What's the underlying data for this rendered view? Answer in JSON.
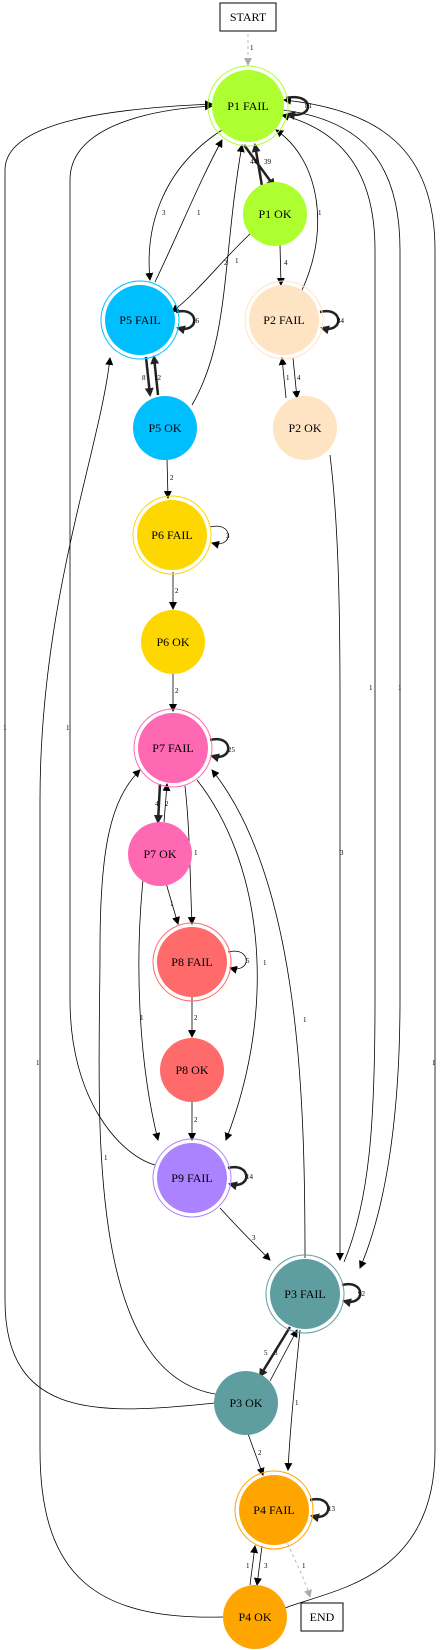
{
  "title": "",
  "terminals": {
    "start": "START",
    "end": "END"
  },
  "nodes": {
    "p1_fail": {
      "label": "P1 FAIL",
      "color": "#adff2f",
      "self_loop": "81"
    },
    "p1_ok": {
      "label": "P1 OK",
      "color": "#adff2f"
    },
    "p5_fail": {
      "label": "P5 FAIL",
      "color": "#00bfff",
      "self_loop": "16"
    },
    "p2_fail": {
      "label": "P2 FAIL",
      "color": "#ffe4c4",
      "self_loop": "84"
    },
    "p5_ok": {
      "label": "P5 OK",
      "color": "#00bfff"
    },
    "p2_ok": {
      "label": "P2 OK",
      "color": "#ffe4c4"
    },
    "p6_fail": {
      "label": "P6 FAIL",
      "color": "#ffd700",
      "self_loop": "3"
    },
    "p6_ok": {
      "label": "P6 OK",
      "color": "#ffd700"
    },
    "p7_fail": {
      "label": "P7 FAIL",
      "color": "#ff69b4",
      "self_loop": "25"
    },
    "p7_ok": {
      "label": "P7 OK",
      "color": "#ff69b4"
    },
    "p8_fail": {
      "label": "P8 FAIL",
      "color": "#ff6a6a",
      "self_loop": "5"
    },
    "p8_ok": {
      "label": "P8 OK",
      "color": "#ff6a6a"
    },
    "p9_fail": {
      "label": "P9 FAIL",
      "color": "#ab82ff",
      "self_loop": "14"
    },
    "p3_fail": {
      "label": "P3 FAIL",
      "color": "#5f9ea0",
      "self_loop": "92"
    },
    "p3_ok": {
      "label": "P3 OK",
      "color": "#5f9ea0"
    },
    "p4_fail": {
      "label": "P4 FAIL",
      "color": "#ffa500",
      "self_loop": "13"
    },
    "p4_ok": {
      "label": "P4 OK",
      "color": "#ffa500"
    }
  },
  "edges": {
    "start_p1f": "1",
    "p1f_p1o": "44",
    "p1o_p1f": "39",
    "p1f_p5f": "3",
    "p5f_p1f": "1",
    "p1o_p5f": "1",
    "p1o_p2f": "4",
    "p2f_p1f": "1",
    "p5o_p1f": "2",
    "p5f_p5o": "8",
    "p5o_p5f": "12",
    "p2f_p2o": "4",
    "p2o_p2f": "1",
    "p5o_p6f": "2",
    "p6f_p6o": "2",
    "p6o_p7f": "2",
    "p7f_p7o": "4",
    "p7o_p7f": "2",
    "p7f_p8f": "1",
    "p7o_p8f": "1",
    "p7f_p9f": "1",
    "p7o_p9f": "1",
    "p8f_p8o": "2",
    "p8o_p9f": "2",
    "p9f_p1f": "1",
    "p9f_p3f": "3",
    "p2o_p3f": "3",
    "p3f_p1f": "1",
    "p1f_p3f": "1",
    "p3f_p7f": "1",
    "p3f_p3o": "5",
    "p3o_p3f": "3",
    "p3o_p1f": "1",
    "p3o_p7f": "1",
    "p3f_p4f": "1",
    "p3o_p4f": "2",
    "p4f_p4o": "3",
    "p4o_p4f": "1",
    "p4o_p5f": "1",
    "p4o_p1f": "1",
    "p4f_end": "1"
  }
}
